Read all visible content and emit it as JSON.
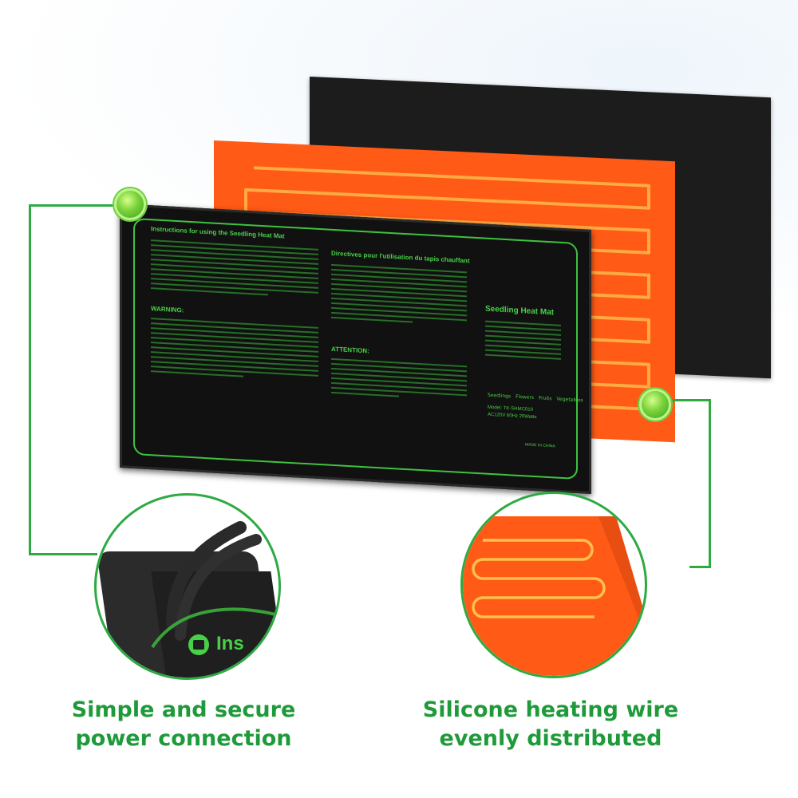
{
  "mat": {
    "title_en": "Instructions for using the Seedling Heat Mat",
    "title_fr": "Directives pour l'utilisation du tapis chauffant",
    "warning_en": "WARNING:",
    "warning_fr": "ATTENTION:",
    "product_name": "Seedling Heat Mat",
    "model": "Model: TK-SHMC010",
    "power": "AC120V 60Hz 20Watts",
    "made_in": "MADE IN CHINA",
    "icon_labels": [
      "Seedlings",
      "Flowers",
      "Fruits",
      "Vegetables"
    ]
  },
  "callouts": {
    "left": {
      "line1": "Simple and secure",
      "line2": "power connection"
    },
    "right": {
      "line1": "Silicone heating wire",
      "line2": "evenly distributed"
    }
  },
  "zoom_left": {
    "label_fragment": "Ins"
  },
  "colors": {
    "accent": "#2eaa43",
    "orange": "#ff5a16",
    "mat_green": "#48d048"
  }
}
